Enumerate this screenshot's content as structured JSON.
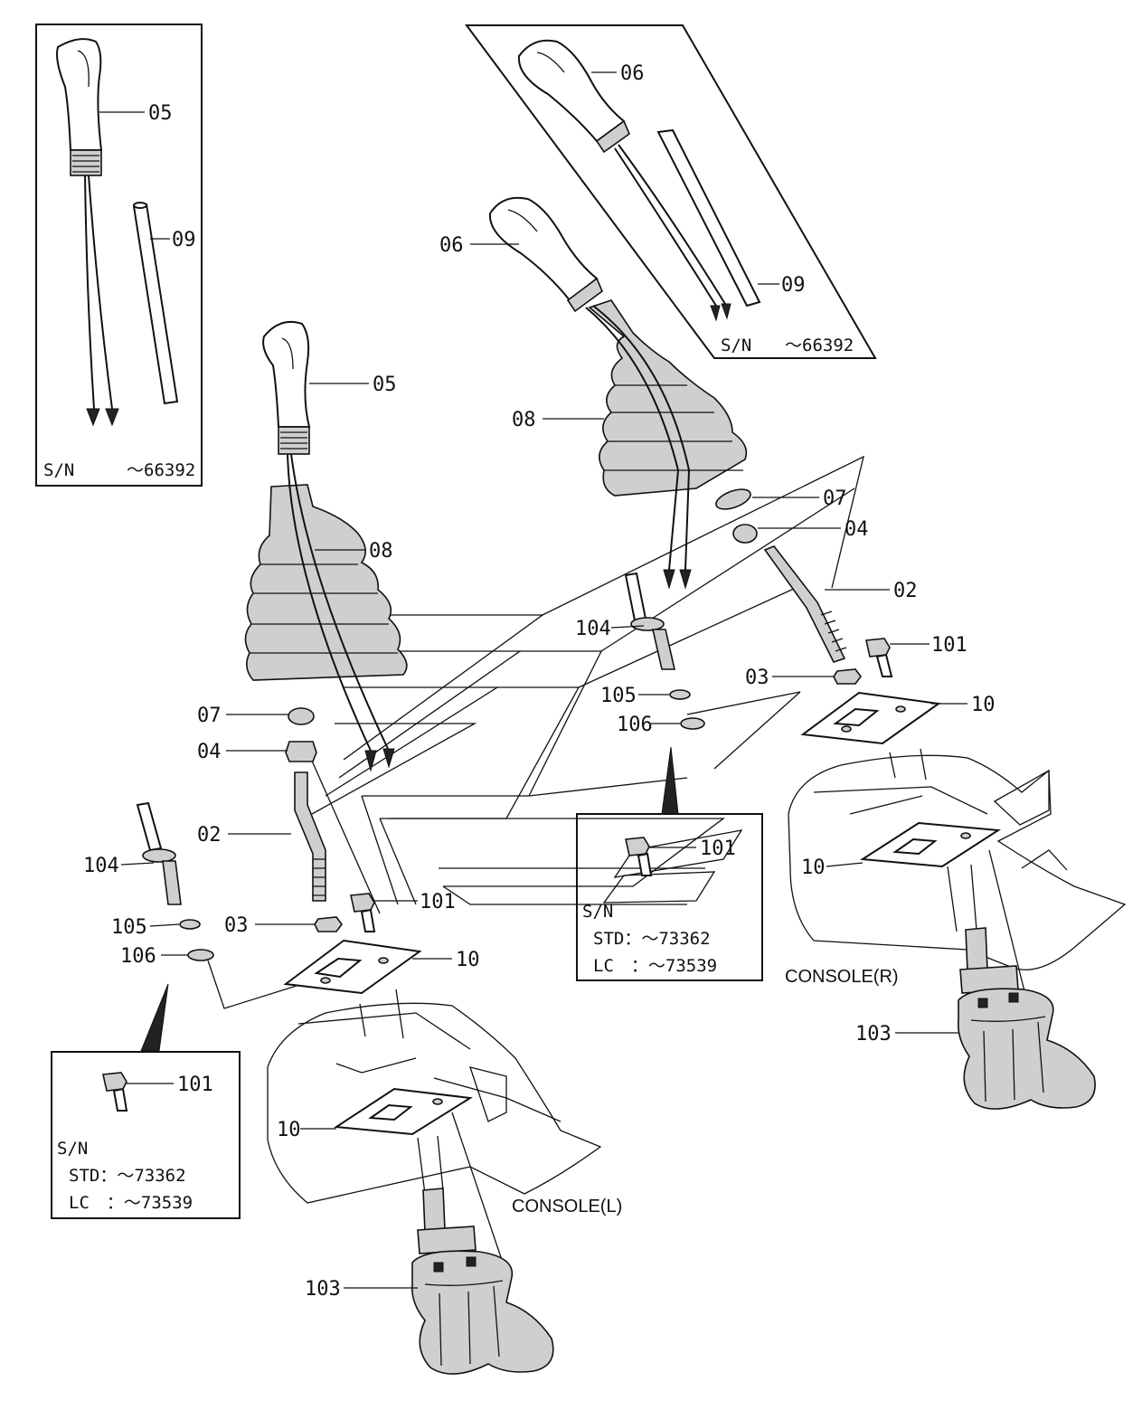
{
  "callouts": {
    "tl_05": "05",
    "tl_09": "09",
    "tr_06": "06",
    "tr_09": "09",
    "l_05": "05",
    "l_08": "08",
    "l_07": "07",
    "l_04": "04",
    "l_02": "02",
    "l_104": "104",
    "l_105": "105",
    "l_106": "106",
    "l_03": "03",
    "l_101": "101",
    "l_10a": "10",
    "l_10b": "10",
    "l_103": "103",
    "l_inset101": "101",
    "r_06": "06",
    "r_08": "08",
    "r_07": "07",
    "r_04": "04",
    "r_02": "02",
    "r_104": "104",
    "r_105": "105",
    "r_106": "106",
    "r_03": "03",
    "r_101": "101",
    "r_10a": "10",
    "r_10b": "10",
    "r_103": "103",
    "r_inset101": "101"
  },
  "serial_boxes": {
    "top_left": {
      "sn": "S/N",
      "range": "～66392"
    },
    "top_right": {
      "sn": "S/N",
      "range": "～66392"
    },
    "bottom_left": {
      "sn": "S/N",
      "std": "STD：～73362",
      "lc": "LC　：～73539"
    },
    "middle_right": {
      "sn": "S/N",
      "std": "STD：～73362",
      "lc": "LC　：～73539"
    }
  },
  "consoles": {
    "left": "CONSOLE(L)",
    "right": "CONSOLE(R)"
  }
}
